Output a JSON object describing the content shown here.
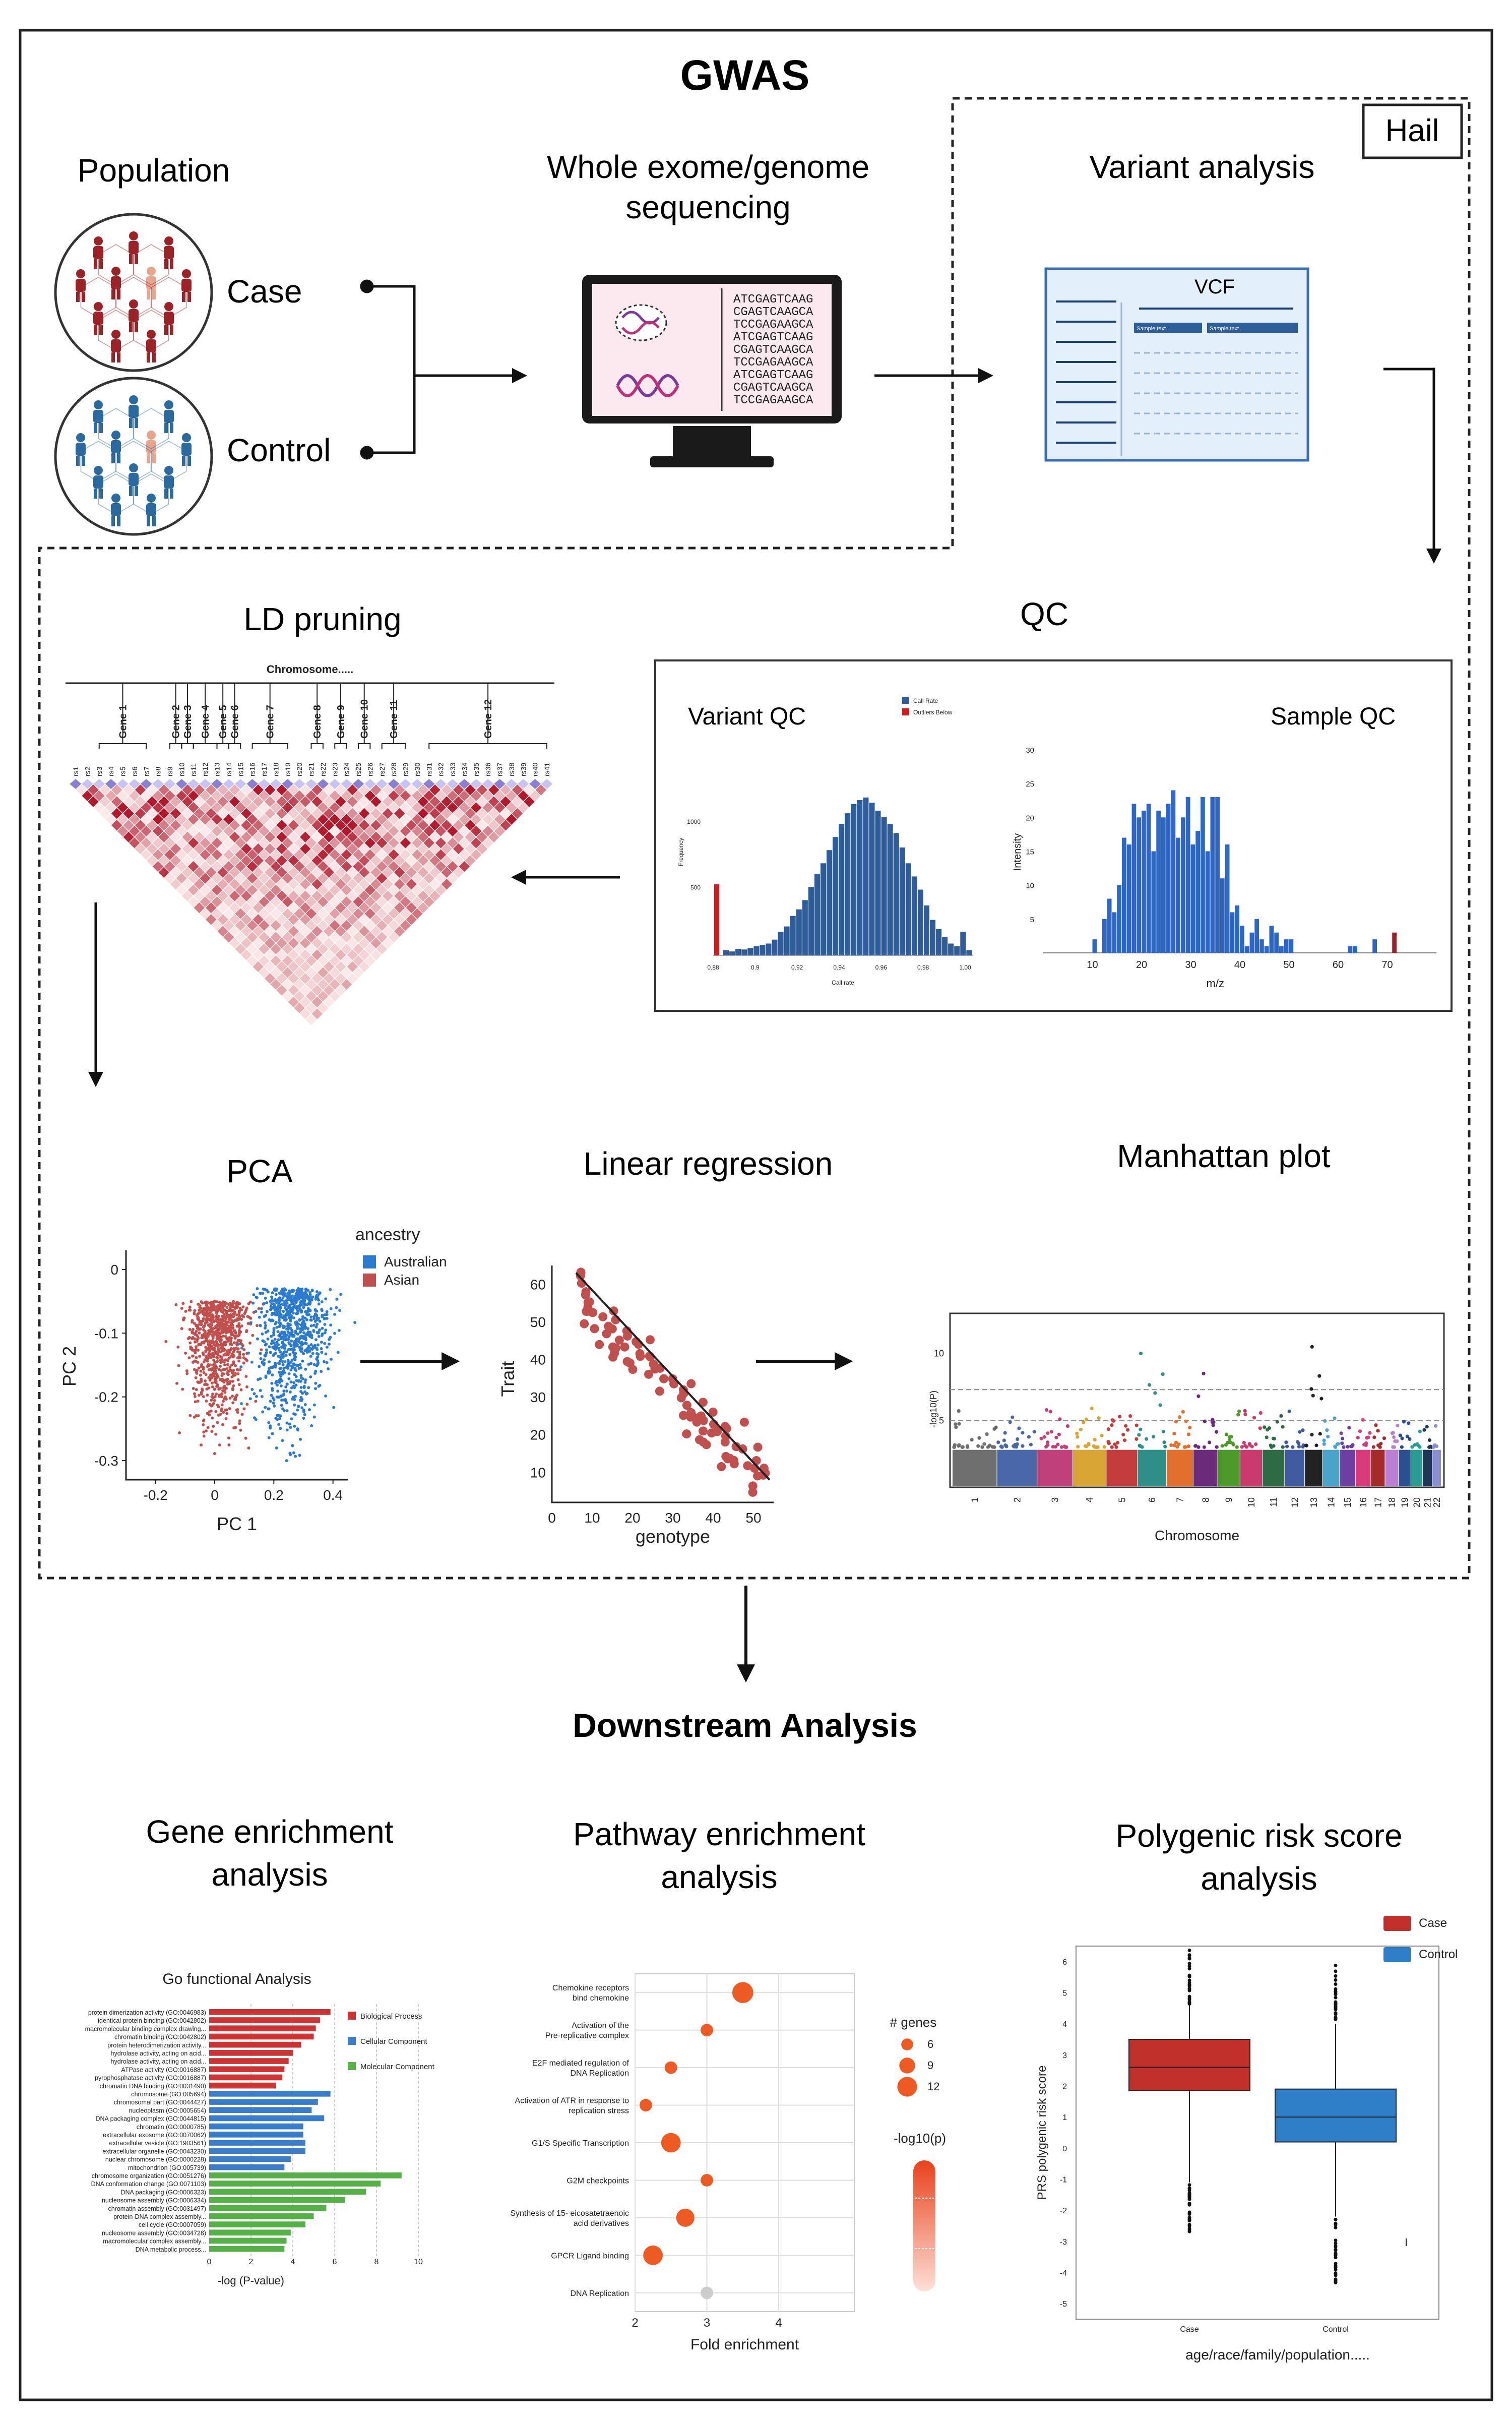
{
  "title": "GWAS",
  "hail_label": "Hail",
  "population": {
    "title": "Population",
    "case_label": "Case",
    "control_label": "Control",
    "case_color": "#9b2226",
    "control_color": "#2b6a9e"
  },
  "sequencing": {
    "title_line1": "Whole exome/genome",
    "title_line2": "sequencing",
    "sequences": [
      "ATCGAGTCAAG",
      "CGAGTCAAGCA",
      "TCCGAGAAGCA",
      "ATCGAGTCAAG",
      "CGAGTCAAGCA",
      "TCCGAGAAGCA",
      "ATCGAGTCAAG",
      "CGAGTCAAGCA",
      "TCCGAGAAGCA"
    ]
  },
  "variant_analysis": {
    "title": "Variant analysis",
    "vcf_label": "VCF",
    "sample_text_1": "Sample text",
    "sample_text_2": "Sample text"
  },
  "ld_pruning": {
    "title": "LD pruning",
    "chromosome_label": "Chromosome.....",
    "genes": [
      "Gene 1",
      "Gene 2",
      "Gene 3",
      "Gene 4",
      "Gene 5",
      "Gene 6",
      "Gene 7",
      "Gene 8",
      "Gene 9",
      "Gene 10",
      "Gene 11",
      "Gene 12"
    ],
    "snps": [
      "rs1",
      "rs2",
      "rs3",
      "rs4",
      "rs5",
      "rs6",
      "rs7",
      "rs8",
      "rs9",
      "rs10",
      "rs11",
      "rs12",
      "rs13",
      "rs14",
      "rs15",
      "rs16",
      "rs17",
      "rs18",
      "rs19",
      "rs20",
      "rs21",
      "rs22",
      "rs23",
      "rs24",
      "rs25",
      "rs26",
      "rs27",
      "rs28",
      "rs29",
      "rs30",
      "rs31",
      "rs32",
      "rs33",
      "rs34",
      "rs35",
      "rs36",
      "rs37",
      "rs38",
      "rs39",
      "rs40",
      "rs41"
    ],
    "high_color": "#b2182b",
    "low_color": "#fbeaea"
  },
  "qc": {
    "title": "QC",
    "variant_qc": {
      "title": "Variant QC",
      "xlabel": "Call rate",
      "ylabel": "Frequency",
      "legend": [
        "Call Rate",
        "Outliers Below"
      ],
      "x_ticks": [
        "0.88",
        "0.9",
        "0.92",
        "0.94",
        "0.96",
        "0.98",
        "1.00"
      ],
      "y_ticks": [
        "500",
        "1000"
      ],
      "colors": {
        "bar": "#2d5c99",
        "outlier": "#d7191c"
      }
    },
    "sample_qc": {
      "title": "Sample QC",
      "xlabel": "m/z",
      "ylabel": "Intensity",
      "x_ticks": [
        "10",
        "20",
        "30",
        "40",
        "50",
        "60",
        "70"
      ],
      "y_ticks": [
        "5",
        "10",
        "15",
        "20",
        "25",
        "30"
      ],
      "colors": {
        "bar": "#2d66c9",
        "outlier": "#9b2226"
      }
    }
  },
  "pca": {
    "title": "PCA",
    "legend_title": "ancestry",
    "legend": [
      {
        "name": "Australian",
        "color": "#2b7bd0"
      },
      {
        "name": "Asian",
        "color": "#c0504d"
      }
    ],
    "xlabel": "PC 1",
    "ylabel": "PC 2",
    "x_ticks": [
      "-0.2",
      "0",
      "0.2",
      "0.4"
    ],
    "y_ticks": [
      "0",
      "-0.1",
      "-0.2",
      "-0.3"
    ]
  },
  "regression": {
    "title": "Linear regression",
    "xlabel": "genotype",
    "ylabel": "Trait",
    "x_ticks": [
      "0",
      "10",
      "20",
      "30",
      "40",
      "50"
    ],
    "y_ticks": [
      "10",
      "20",
      "30",
      "40",
      "50",
      "60"
    ],
    "point_color": "#c0504d"
  },
  "manhattan": {
    "title": "Manhattan  plot",
    "xlabel": "Chromosome",
    "ylabel": "-log10(P)",
    "y_ticks": [
      "5",
      "10"
    ],
    "chromosomes": [
      "1",
      "2",
      "3",
      "4",
      "5",
      "6",
      "7",
      "8",
      "9",
      "10",
      "11",
      "12",
      "13",
      "14",
      "15",
      "16",
      "17",
      "18",
      "19",
      "20",
      "21",
      "22"
    ],
    "colors": [
      "#6e6e6e",
      "#4a67a8",
      "#c0407a",
      "#d9a534",
      "#c43b3b",
      "#2f8f86",
      "#e36f2c",
      "#6a2c7a",
      "#4c9a2a",
      "#c93b6c",
      "#2e6b45",
      "#3f5a9e",
      "#222222",
      "#4aa3c9",
      "#6c3fa1",
      "#d93a7a",
      "#a52a2a",
      "#ba7fd1",
      "#2b4e91",
      "#2a9d8f",
      "#1d3557",
      "#8a8fd0"
    ]
  },
  "downstream": {
    "title": "Downstream Analysis"
  },
  "gene_enrichment": {
    "title_line1": "Gene enrichment",
    "title_line2": "analysis",
    "chart_title": "Go functional Analysis",
    "xlabel": "-log (P-value)",
    "x_ticks": [
      "0",
      "2",
      "4",
      "6",
      "8",
      "10"
    ],
    "legend": [
      {
        "name": "Biological Process",
        "color": "#cc3333"
      },
      {
        "name": "Cellular Component",
        "color": "#3a7dc9"
      },
      {
        "name": "Molecular Component",
        "color": "#55b047"
      }
    ],
    "terms": [
      {
        "label": "protein dimerization activity (GO:0046983)",
        "value": 5.8,
        "group": 0
      },
      {
        "label": "identical protein binding (GO:0042802)",
        "value": 5.3,
        "group": 0
      },
      {
        "label": "macromolecular binding complex drawing...",
        "value": 5.1,
        "group": 0
      },
      {
        "label": "chromatin binding (GO:0042802)",
        "value": 5.0,
        "group": 0
      },
      {
        "label": "protein heterodimerization activity...",
        "value": 4.4,
        "group": 0
      },
      {
        "label": "hydrolase activity, acting on acid...",
        "value": 4.0,
        "group": 0
      },
      {
        "label": "hydrolase activity, acting on acid...",
        "value": 3.8,
        "group": 0
      },
      {
        "label": "ATPase activity (GO:0016887)",
        "value": 3.6,
        "group": 0
      },
      {
        "label": "pyrophosphatase activity (GO:0016887)",
        "value": 3.5,
        "group": 0
      },
      {
        "label": "chromatin DNA binding (GO:0031490)",
        "value": 3.2,
        "group": 0
      },
      {
        "label": "chromosome (GO:005694)",
        "value": 5.8,
        "group": 1
      },
      {
        "label": "chromosomal part (GO:0044427)",
        "value": 5.2,
        "group": 1
      },
      {
        "label": "nucleoplasm (GO:0005654)",
        "value": 4.9,
        "group": 1
      },
      {
        "label": "DNA packaging complex (GO:0044815)",
        "value": 5.5,
        "group": 1
      },
      {
        "label": "chromatin (GO:0000785)",
        "value": 4.5,
        "group": 1
      },
      {
        "label": "extracellular exosome (GO:0070062)",
        "value": 4.5,
        "group": 1
      },
      {
        "label": "extracellular vesicle (GO:1903561)",
        "value": 4.6,
        "group": 1
      },
      {
        "label": "extracellular organelle (GO:0043230)",
        "value": 4.6,
        "group": 1
      },
      {
        "label": "nuclear chromosome (GO:0000228)",
        "value": 3.9,
        "group": 1
      },
      {
        "label": "mitochondrion (GO:005739)",
        "value": 3.6,
        "group": 1
      },
      {
        "label": "chromosome organization (GO:0051276)",
        "value": 9.2,
        "group": 2
      },
      {
        "label": "DNA conformation change (GO:0071103)",
        "value": 8.2,
        "group": 2
      },
      {
        "label": "DNA packaging (GO:0006323)",
        "value": 7.5,
        "group": 2
      },
      {
        "label": "nucleosome assembly (GO:0006334)",
        "value": 6.5,
        "group": 2
      },
      {
        "label": "chromatin assembly (GO:0031497)",
        "value": 5.6,
        "group": 2
      },
      {
        "label": "protein-DNA complex assembly...",
        "value": 5.0,
        "group": 2
      },
      {
        "label": "cell cycle (GO:0007059)",
        "value": 4.6,
        "group": 2
      },
      {
        "label": "nucleosome assembly (GO:0034728)",
        "value": 3.9,
        "group": 2
      },
      {
        "label": "macromolecular complex assembly...",
        "value": 3.7,
        "group": 2
      },
      {
        "label": "DNA metabolic process...",
        "value": 3.6,
        "group": 2
      }
    ]
  },
  "pathway_enrichment": {
    "title_line1": "Pathway enrichment",
    "title_line2": "analysis",
    "xlabel": "Fold enrichment",
    "x_ticks": [
      "2",
      "3",
      "4"
    ],
    "size_legend_title": "# genes",
    "size_legend": [
      "6",
      "9",
      "12"
    ],
    "color_legend_title": "-log10(p)",
    "dot_color": "#ee5a24",
    "pathways": [
      {
        "label": [
          "Chemokine receptors",
          "bind chemokine"
        ],
        "fold": 3.5,
        "genes": 12
      },
      {
        "label": [
          "Activation of the",
          "Pre-replicative complex"
        ],
        "fold": 3.0,
        "genes": 6
      },
      {
        "label": [
          "E2F mediated regulation of",
          "DNA Replication"
        ],
        "fold": 2.5,
        "genes": 6
      },
      {
        "label": [
          "Activation of ATR in response to",
          "replication stress"
        ],
        "fold": 2.15,
        "genes": 6
      },
      {
        "label": [
          "G1/S Specific Transcription"
        ],
        "fold": 2.5,
        "genes": 11
      },
      {
        "label": [
          "G2M checkpoints"
        ],
        "fold": 3.0,
        "genes": 6
      },
      {
        "label": [
          "Synthesis of 15- eicosatetraenoic",
          "acid derivatives"
        ],
        "fold": 2.7,
        "genes": 10
      },
      {
        "label": [
          "GPCR Ligand binding"
        ],
        "fold": 2.25,
        "genes": 11
      },
      {
        "label": [
          "DNA Replication"
        ],
        "fold": 3.0,
        "genes": 6,
        "muted": true
      }
    ]
  },
  "prs": {
    "title_line1": "Polygenic risk score",
    "title_line2": "analysis",
    "ylabel": "PRS polygenic risk score",
    "xlabel": "age/race/family/population.....",
    "categories": [
      "Case",
      "Control"
    ],
    "legend": [
      {
        "name": "Case",
        "color": "#c0302a"
      },
      {
        "name": "Control",
        "color": "#2f7fc8"
      }
    ],
    "y_ticks": [
      "-5",
      "-4",
      "-3",
      "-2",
      "-1",
      "0",
      "1",
      "2",
      "3",
      "4",
      "5",
      "6"
    ],
    "boxes": [
      {
        "name": "Case",
        "q1": 1.85,
        "median": 2.6,
        "q3": 3.5,
        "lower_whisker": -1.1,
        "upper_whisker": 4.6
      },
      {
        "name": "Control",
        "q1": 0.2,
        "median": 1.0,
        "q3": 1.9,
        "lower_whisker": -2.2,
        "upper_whisker": 4.0
      }
    ]
  }
}
